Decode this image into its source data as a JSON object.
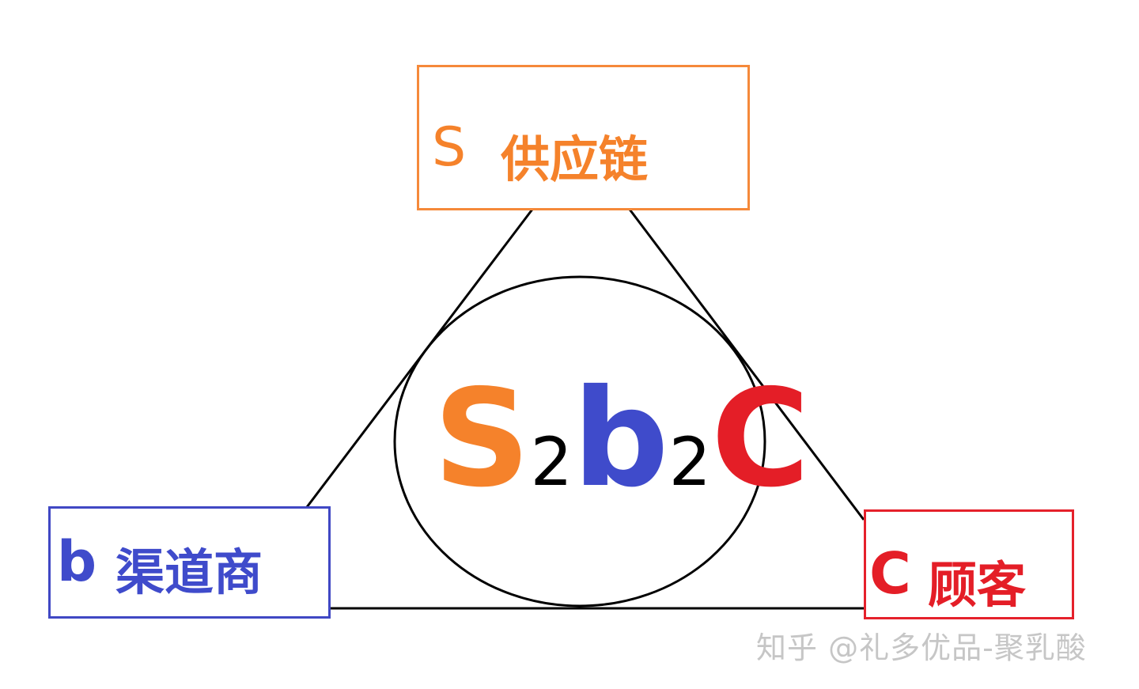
{
  "diagram": {
    "title": "S2b2C",
    "colors": {
      "supply": "#f5822b",
      "channel": "#3f4bcb",
      "customer": "#e41e27",
      "lines": "#000000",
      "watermark": "#c6c6c6"
    },
    "nodes": {
      "supply": {
        "letter": "S",
        "label": "供应链"
      },
      "channel": {
        "letter": "b",
        "label": "渠道商"
      },
      "customer": {
        "letter": "C",
        "label": "顾客"
      }
    },
    "center": {
      "parts": [
        "S",
        "2",
        "b",
        "2",
        "C"
      ]
    },
    "edges": [
      {
        "from": "supply",
        "to": "channel"
      },
      {
        "from": "supply",
        "to": "customer"
      },
      {
        "from": "channel",
        "to": "customer"
      }
    ]
  },
  "watermark": "知乎 @礼多优品-聚乳酸"
}
